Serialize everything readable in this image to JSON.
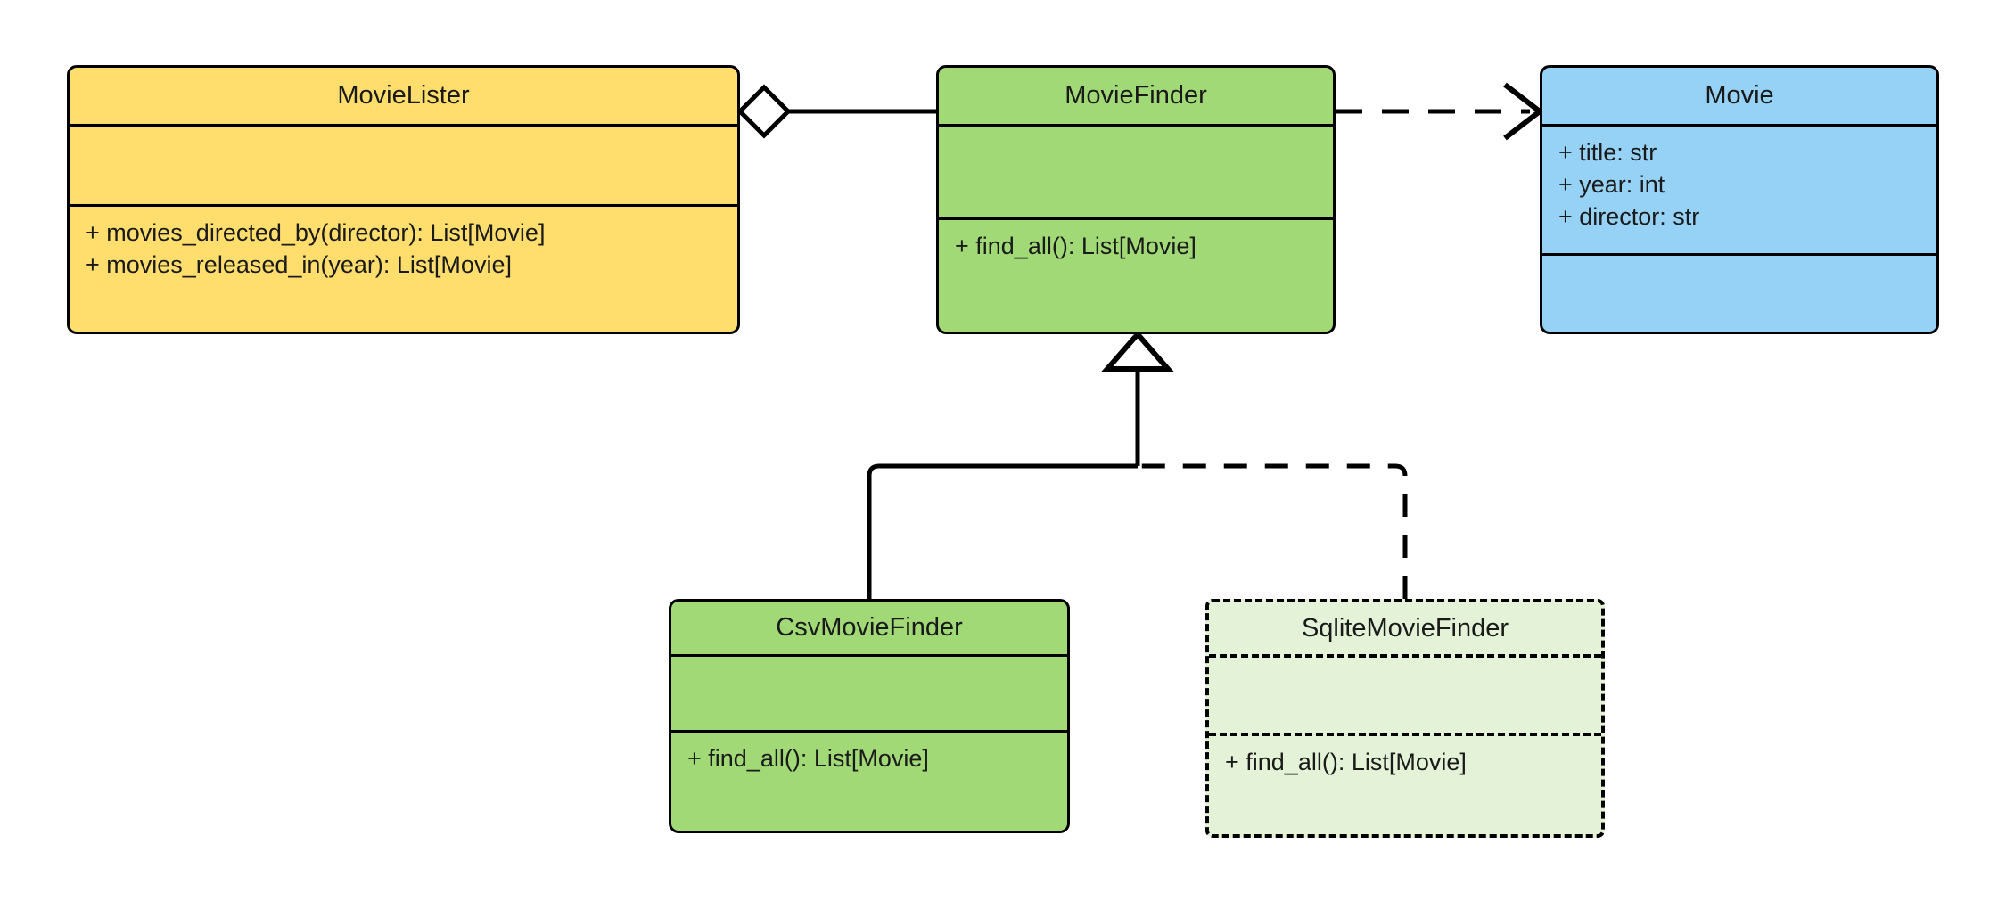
{
  "diagram": {
    "kind": "uml-class-diagram",
    "background": "#ffffff",
    "colors": {
      "movie_lister_fill": "#ffde6d",
      "movie_finder_fill": "#a2d977",
      "movie_fill": "#96d2f5",
      "sqlite_finder_fill": "#e4f3d8",
      "stroke": "#000000",
      "text": "#1a1a1a"
    }
  },
  "classes": {
    "movie_lister": {
      "name": "MovieLister",
      "attributes": [],
      "operations": [
        "+ movies_directed_by(director): List[Movie]",
        "+ movies_released_in(year): List[Movie]"
      ]
    },
    "movie_finder": {
      "name": "MovieFinder",
      "attributes": [],
      "operations": [
        "+ find_all(): List[Movie]"
      ]
    },
    "movie": {
      "name": "Movie",
      "attributes": [
        "+ title: str",
        "+ year: int",
        "+ director: str"
      ],
      "operations": []
    },
    "csv_movie_finder": {
      "name": "CsvMovieFinder",
      "attributes": [],
      "operations": [
        "+ find_all(): List[Movie]"
      ]
    },
    "sqlite_movie_finder": {
      "name": "SqliteMovieFinder",
      "attributes": [],
      "operations": [
        "+ find_all(): List[Movie]"
      ]
    }
  },
  "relationships": [
    {
      "id": "aggregation-lister-finder",
      "type": "aggregation",
      "from": "MovieLister",
      "to": "MovieFinder",
      "line": "solid",
      "source_decoration": "hollow-diamond"
    },
    {
      "id": "dependency-finder-movie",
      "type": "dependency",
      "from": "MovieFinder",
      "to": "Movie",
      "line": "dashed",
      "target_decoration": "open-arrow"
    },
    {
      "id": "inheritance-csv-finder",
      "type": "generalization",
      "from": "CsvMovieFinder",
      "to": "MovieFinder",
      "line": "solid",
      "target_decoration": "hollow-triangle"
    },
    {
      "id": "inheritance-sqlite-finder",
      "type": "generalization",
      "from": "SqliteMovieFinder",
      "to": "MovieFinder",
      "line": "dashed",
      "target_decoration": "hollow-triangle"
    }
  ]
}
